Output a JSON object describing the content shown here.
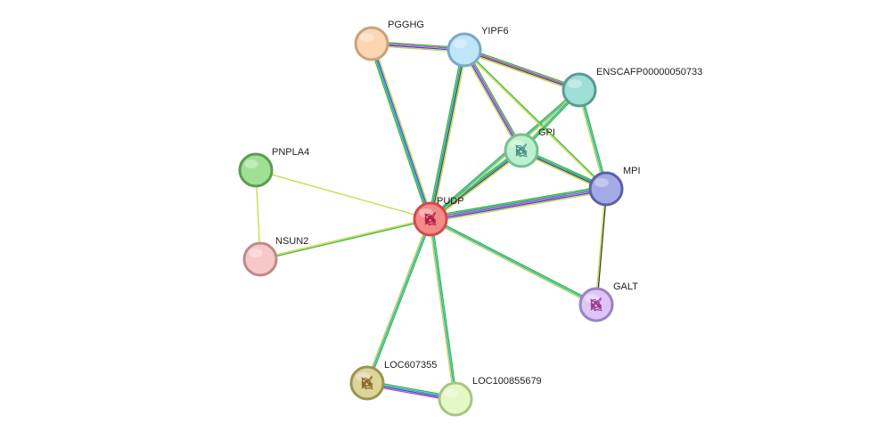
{
  "diagram": {
    "type": "protein-interaction-network",
    "nodes": [
      {
        "id": "PUDP",
        "label": "PUDP",
        "fill": "#f48a8a",
        "stroke": "#d24b4b",
        "query": true,
        "structure": true,
        "glyph_color": "#b0204a"
      },
      {
        "id": "PGGHG",
        "label": "PGGHG",
        "fill": "#fbd6b0",
        "stroke": "#c9a27a",
        "structure": false
      },
      {
        "id": "YIPF6",
        "label": "YIPF6",
        "fill": "#bfe5fb",
        "stroke": "#7aa9c4",
        "structure": false
      },
      {
        "id": "ENSCAFP00000050733",
        "label": "ENSCAFP00000050733",
        "fill": "#9fe0d6",
        "stroke": "#5a9c92",
        "structure": false
      },
      {
        "id": "GPI",
        "label": "GPI",
        "fill": "#bdf0cc",
        "stroke": "#78c08e",
        "structure": true,
        "glyph_color": "#4b8f8a"
      },
      {
        "id": "MPI",
        "label": "MPI",
        "fill": "#a3aae6",
        "stroke": "#5a62a6",
        "structure": false
      },
      {
        "id": "PNPLA4",
        "label": "PNPLA4",
        "fill": "#9fe095",
        "stroke": "#5c9c52",
        "structure": false
      },
      {
        "id": "NSUN2",
        "label": "NSUN2",
        "fill": "#f7c8c8",
        "stroke": "#bf8a8a",
        "structure": false
      },
      {
        "id": "GALT",
        "label": "GALT",
        "fill": "#dcc6f6",
        "stroke": "#9a82c4",
        "structure": true,
        "glyph_color": "#a03a8c"
      },
      {
        "id": "LOC607355",
        "label": "LOC607355",
        "fill": "#dcd49a",
        "stroke": "#9c9452",
        "structure": true,
        "glyph_color": "#8a6a2a"
      },
      {
        "id": "LOC100855679",
        "label": "LOC100855679",
        "fill": "#e4f8c6",
        "stroke": "#a8c484",
        "structure": false
      }
    ],
    "edges": [
      {
        "source": "PUDP",
        "target": "PGGHG",
        "colors": [
          "#3bb63b",
          "#1a9ea0",
          "#3a4ad0",
          "#c8d840"
        ]
      },
      {
        "source": "PUDP",
        "target": "YIPF6",
        "colors": [
          "#3bb63b",
          "#1a9ea0",
          "#3a4a5a",
          "#c8d840"
        ]
      },
      {
        "source": "PUDP",
        "target": "GPI",
        "colors": [
          "#3bb63b",
          "#1a9ea0",
          "#3a4a5a",
          "#c8d840"
        ]
      },
      {
        "source": "PUDP",
        "target": "ENSCAFP00000050733",
        "colors": [
          "#3bb63b",
          "#1ab0c8",
          "#c8d840"
        ]
      },
      {
        "source": "PUDP",
        "target": "MPI",
        "colors": [
          "#3bb63b",
          "#1a9ea0",
          "#c040c0",
          "#3a4ad0",
          "#c8d840"
        ]
      },
      {
        "source": "PUDP",
        "target": "PNPLA4",
        "colors": [
          "#c8d840"
        ]
      },
      {
        "source": "PUDP",
        "target": "NSUN2",
        "colors": [
          "#3bb63b",
          "#c8d840"
        ]
      },
      {
        "source": "PUDP",
        "target": "GALT",
        "colors": [
          "#3bb63b",
          "#1ab0c8",
          "#c8d840"
        ]
      },
      {
        "source": "PUDP",
        "target": "LOC607355",
        "colors": [
          "#3bb63b",
          "#1ab0c8",
          "#c8d840"
        ]
      },
      {
        "source": "PUDP",
        "target": "LOC100855679",
        "colors": [
          "#3bb63b",
          "#1ab0c8",
          "#c8d840"
        ]
      },
      {
        "source": "PGGHG",
        "target": "YIPF6",
        "colors": [
          "#3bb63b",
          "#c040c0",
          "#3a4ad0",
          "#c8d840"
        ]
      },
      {
        "source": "YIPF6",
        "target": "ENSCAFP00000050733",
        "colors": [
          "#3bb63b",
          "#c040c0",
          "#3a4a5a",
          "#c8d840"
        ]
      },
      {
        "source": "YIPF6",
        "target": "GPI",
        "colors": [
          "#3bb63b",
          "#c040c0",
          "#3a4ad0",
          "#c8d840"
        ]
      },
      {
        "source": "YIPF6",
        "target": "MPI",
        "colors": [
          "#3bb63b",
          "#c8d840"
        ]
      },
      {
        "source": "ENSCAFP00000050733",
        "target": "GPI",
        "colors": [
          "#3bb63b",
          "#1ab0c8",
          "#c8d840"
        ]
      },
      {
        "source": "ENSCAFP00000050733",
        "target": "MPI",
        "colors": [
          "#3bb63b",
          "#1ab0c8",
          "#c8d840"
        ]
      },
      {
        "source": "GPI",
        "target": "MPI",
        "colors": [
          "#3bb63b",
          "#1a9ea0",
          "#3a4a5a",
          "#c8d840"
        ]
      },
      {
        "source": "MPI",
        "target": "GALT",
        "colors": [
          "#3a3a3a",
          "#c8d840"
        ]
      },
      {
        "source": "PNPLA4",
        "target": "NSUN2",
        "colors": [
          "#c8d840"
        ]
      },
      {
        "source": "LOC607355",
        "target": "LOC100855679",
        "colors": [
          "#3bb63b",
          "#1ab0c8",
          "#3a4ad0",
          "#c040c0"
        ]
      }
    ]
  }
}
